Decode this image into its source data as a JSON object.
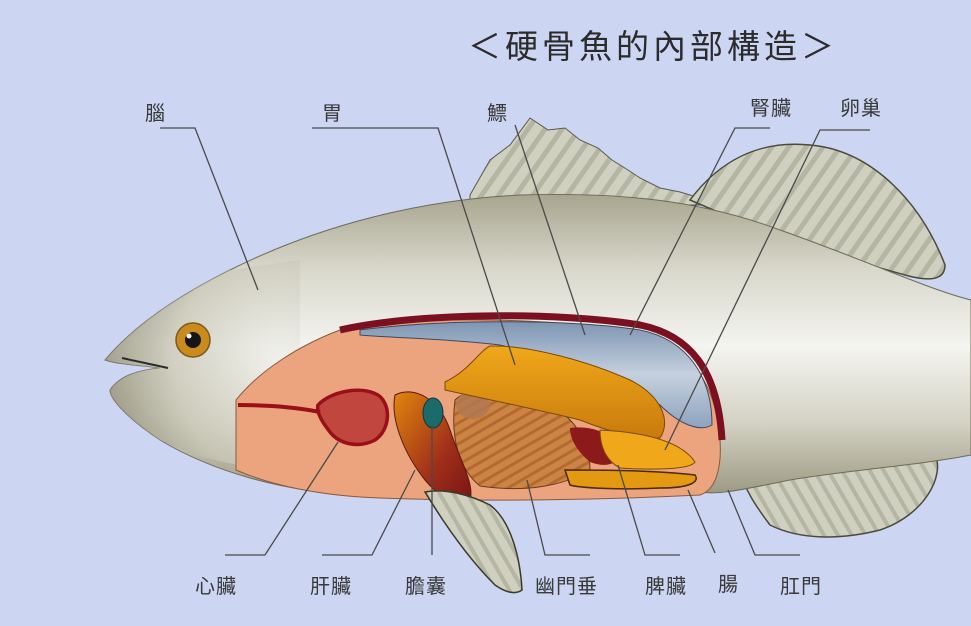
{
  "title": "＜硬骨魚的內部構造＞",
  "colors": {
    "background": "#CCD5F2",
    "body_light": "#EFEFEA",
    "body_dark": "#8E8B78",
    "cavity": "#EBA47E",
    "swim_bladder": "#9DB0C8",
    "stomach": "#E39A12",
    "heart": "#C0463E",
    "liver": "#B84818",
    "gall_bladder": "#1C6A6A",
    "pyloric_caeca": "#C57A3E",
    "spleen": "#8C1A1A",
    "peritoneum": "#7A1020",
    "fin": "#C8C9B7",
    "leader_line": "#4A4A4A"
  },
  "labels": {
    "top": [
      {
        "id": "brain",
        "text": "腦"
      },
      {
        "id": "stomach",
        "text": "胃"
      },
      {
        "id": "swim_bladder",
        "text": "鰾"
      },
      {
        "id": "kidney",
        "text": "腎臟"
      },
      {
        "id": "ovary",
        "text": "卵巢"
      }
    ],
    "bottom": [
      {
        "id": "heart",
        "text": "心臟"
      },
      {
        "id": "liver",
        "text": "肝臟"
      },
      {
        "id": "gall_bladder",
        "text": "膽囊"
      },
      {
        "id": "pyloric_caeca",
        "text": "幽門垂"
      },
      {
        "id": "spleen",
        "text": "脾臟"
      },
      {
        "id": "intestine",
        "text": "腸"
      },
      {
        "id": "anus",
        "text": "肛門"
      }
    ]
  }
}
